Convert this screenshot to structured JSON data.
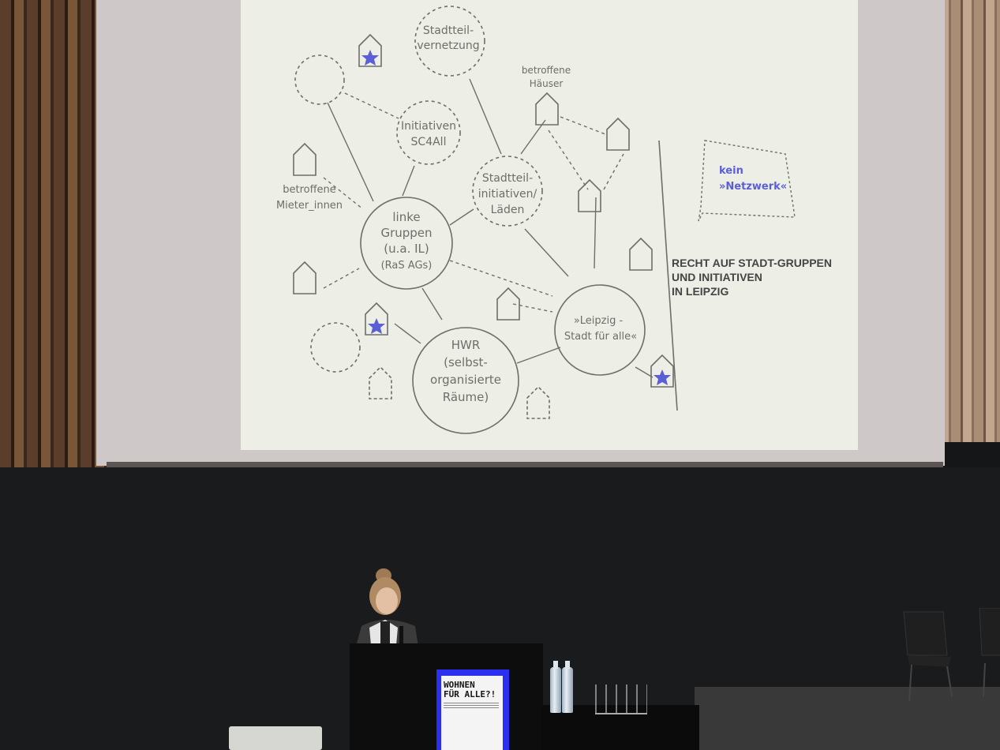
{
  "slide": {
    "nodes": {
      "stadtteil_vernetzung": [
        "Stadtteil-",
        "vernetzung"
      ],
      "initiativen_sc4all": [
        "Initiativen",
        "SC4All"
      ],
      "stadtteil_initiativen": [
        "Stadtteil-",
        "initiativen/",
        "Läden"
      ],
      "linke_gruppen": [
        "linke",
        "Gruppen",
        "(u.a. IL)",
        "(RaS AGs)"
      ],
      "hwr": [
        "HWR",
        "(selbst-",
        "organisierte",
        "Räume)"
      ],
      "leipzig_stadt": [
        "»Leipzig -",
        "Stadt für alle«"
      ]
    },
    "labels": {
      "betroffene_haeuser": [
        "betroffene",
        "Häuser"
      ],
      "betroffene_mieter": [
        "betroffene",
        "Mieter_innen"
      ]
    },
    "callout": [
      "kein",
      "»Netzwerk«"
    ],
    "heading": [
      "RECHT AUF STADT-GRUPPEN",
      "UND INITIATIVEN",
      "IN LEIPZIG"
    ],
    "colors": {
      "background": "#edeee6",
      "lines": "#6e6e6a",
      "accent": "#5a5fd6"
    }
  },
  "podium_poster": {
    "title": "WOHNEN\nFÜR ALLE?!",
    "color": "#2d2ff0"
  }
}
